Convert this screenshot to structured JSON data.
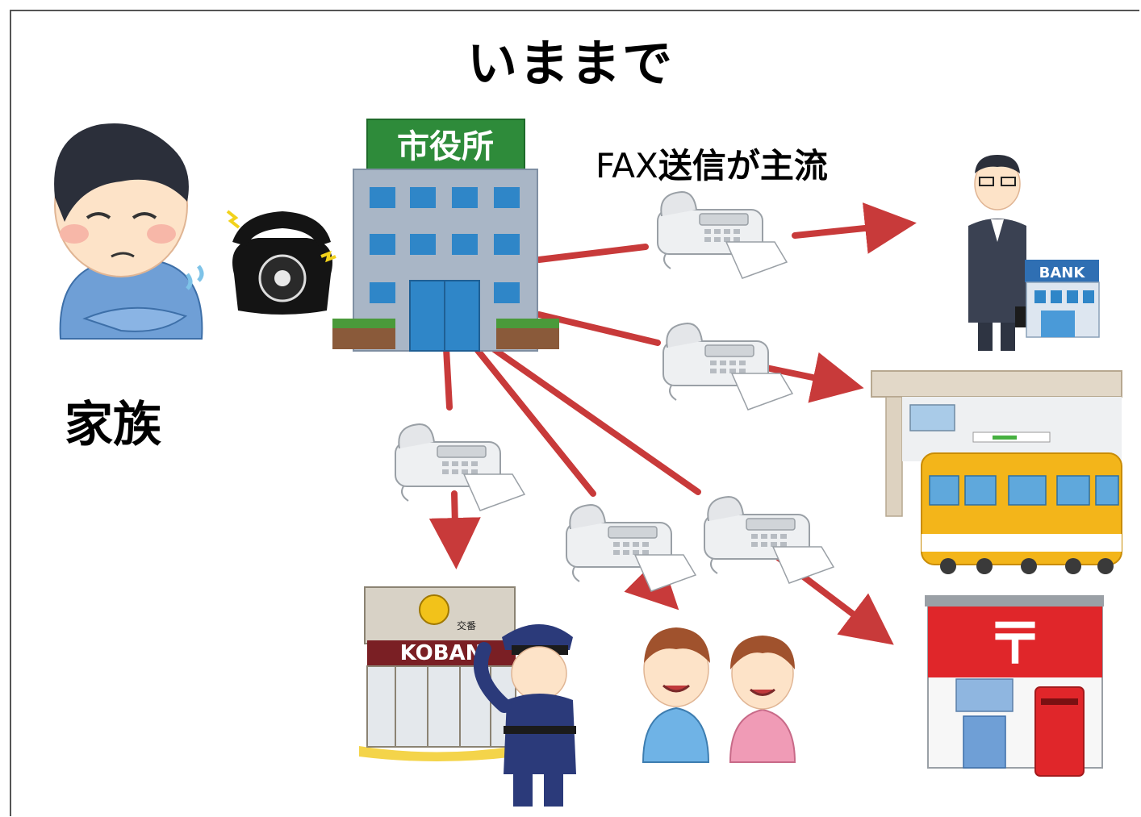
{
  "title": "いままで",
  "fax_caption_latin": "FAX",
  "fax_caption_jp": "送信が主流",
  "family_label": "家族",
  "city_hall_sign": "市役所",
  "bank_sign": "BANK",
  "koban_sign": "KOBAN",
  "koban_sub_sign": "交番",
  "post_mark": "〒",
  "colors": {
    "arrow": "#c83a3a",
    "city_hall_sign": "#2e8b3a",
    "building": "#8fa0b4",
    "window": "#2f86c8",
    "post_red": "#e0262a",
    "train_yellow": "#f3b51a"
  }
}
